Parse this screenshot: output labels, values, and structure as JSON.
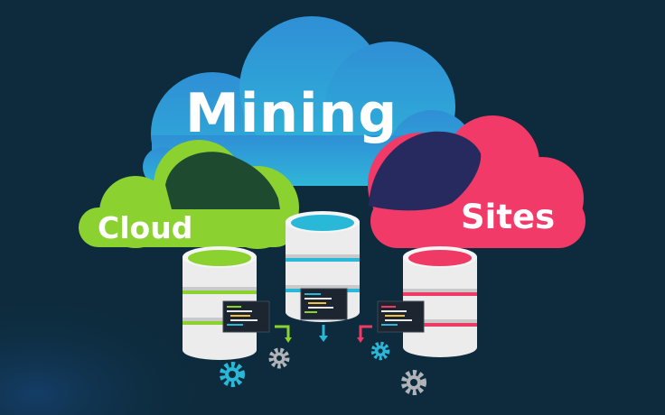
{
  "labels": {
    "main": "Mining",
    "left": "Cloud",
    "right": "Sites"
  },
  "colors": {
    "background": "#0d2b3c",
    "blue_cloud": "#2aa7d6",
    "green_cloud": "#8bd130",
    "pink_cloud": "#f23a68",
    "dark_green_overlap": "#1e4a30",
    "dark_blue_overlap": "#262a5e",
    "db_green_accent": "#8bd130",
    "db_blue_accent": "#2ab8d9",
    "db_pink_accent": "#f03a66",
    "db_body": "#ececec"
  },
  "icons": [
    "database-green-icon",
    "database-blue-icon",
    "database-pink-icon",
    "code-window-icon",
    "arrow-icon",
    "gear-icon"
  ]
}
